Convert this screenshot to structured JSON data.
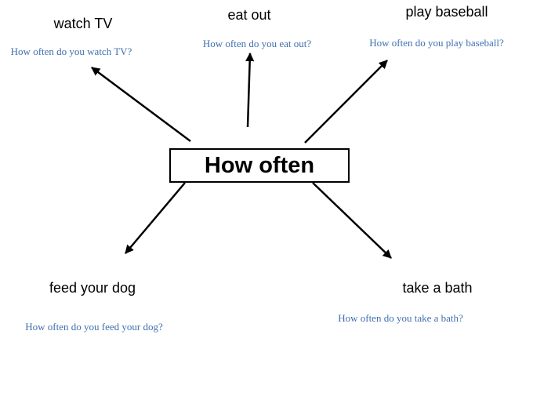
{
  "center": {
    "label": "How often"
  },
  "branches": [
    {
      "id": "watch-tv",
      "activity": "watch TV",
      "question": "How often do you watch TV?"
    },
    {
      "id": "eat-out",
      "activity": "eat out",
      "question": "How often do you eat out?"
    },
    {
      "id": "play-baseball",
      "activity": "play baseball",
      "question": "How often do you play baseball?"
    },
    {
      "id": "feed-your-dog",
      "activity": "feed your dog",
      "question": "How often do you feed your dog?"
    },
    {
      "id": "take-a-bath",
      "activity": "take a bath",
      "question": "How often do you take a bath?"
    }
  ],
  "colors": {
    "question_text": "#3f6fb0",
    "lines": "#000000"
  }
}
